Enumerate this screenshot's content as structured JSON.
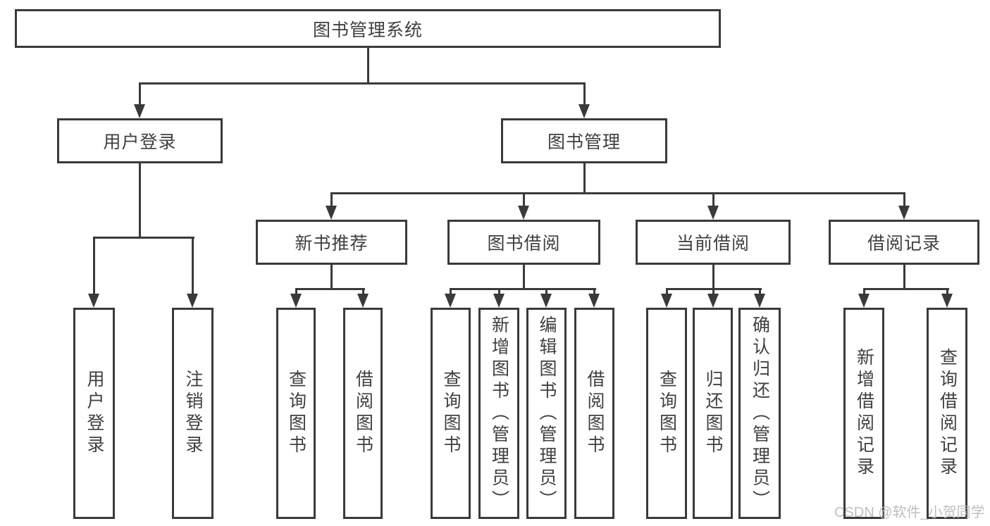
{
  "colors": {
    "line": "#3a3a3a",
    "text": "#3f3f3f",
    "bg": "#ffffff",
    "watermark": "#b9b9b9"
  },
  "watermark": {
    "text": "CSDN @软件_小贺同学"
  },
  "diagram": {
    "type": "hierarchy-tree",
    "root": {
      "label": "图书管理系统"
    },
    "branches": [
      {
        "label": "用户登录",
        "children": [
          {
            "label": "用户登录"
          },
          {
            "label": "注销登录"
          }
        ]
      },
      {
        "label": "图书管理",
        "children": [
          {
            "label": "新书推荐",
            "children": [
              {
                "label": "查询图书"
              },
              {
                "label": "借阅图书"
              }
            ]
          },
          {
            "label": "图书借阅",
            "children": [
              {
                "label": "查询图书"
              },
              {
                "label": "新增图书（管理员）"
              },
              {
                "label": "编辑图书（管理员）"
              },
              {
                "label": "借阅图书"
              }
            ]
          },
          {
            "label": "当前借阅",
            "children": [
              {
                "label": "查询图书"
              },
              {
                "label": "归还图书"
              },
              {
                "label": "确认归还（管理员）"
              }
            ]
          },
          {
            "label": "借阅记录",
            "children": [
              {
                "label": "新增借阅记录"
              },
              {
                "label": "查询借阅记录"
              }
            ]
          }
        ]
      }
    ]
  }
}
